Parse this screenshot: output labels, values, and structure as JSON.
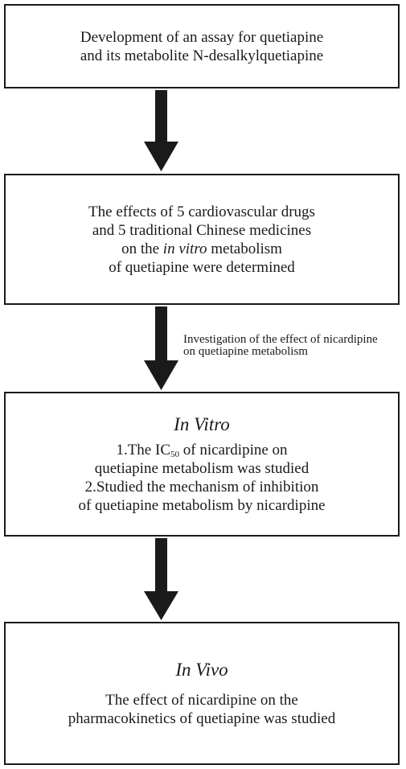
{
  "box1": {
    "line1": "Development of an assay for  quetiapine",
    "line2": "and  its metabolite N-desalkylquetiapine"
  },
  "box2": {
    "line1": "The effects of 5 cardiovascular drugs",
    "line2": "and 5 traditional Chinese medicines",
    "line3_prefix": "on the ",
    "line3_italic": "in vitro",
    "line3_suffix": " metabolism",
    "line4": "of quetiapine were determined"
  },
  "arrow2_label": {
    "line1": "Investigation of the effect of nicardipine",
    "line2": "on quetiapine metabolism"
  },
  "box3": {
    "heading": "In Vitro",
    "item1_prefix": "1.The IC",
    "item1_sub": "50",
    "item1_suffix": " of nicardipine on",
    "item1_line2": "quetiapine metabolism was studied",
    "item2_line1": "2.Studied the mechanism of inhibition",
    "item2_line2": "of quetiapine metabolism by nicardipine"
  },
  "box4": {
    "heading": "In Vivo",
    "line1": "The effect of nicardipine on the",
    "line2": "pharmacokinetics of quetiapine was studied"
  }
}
